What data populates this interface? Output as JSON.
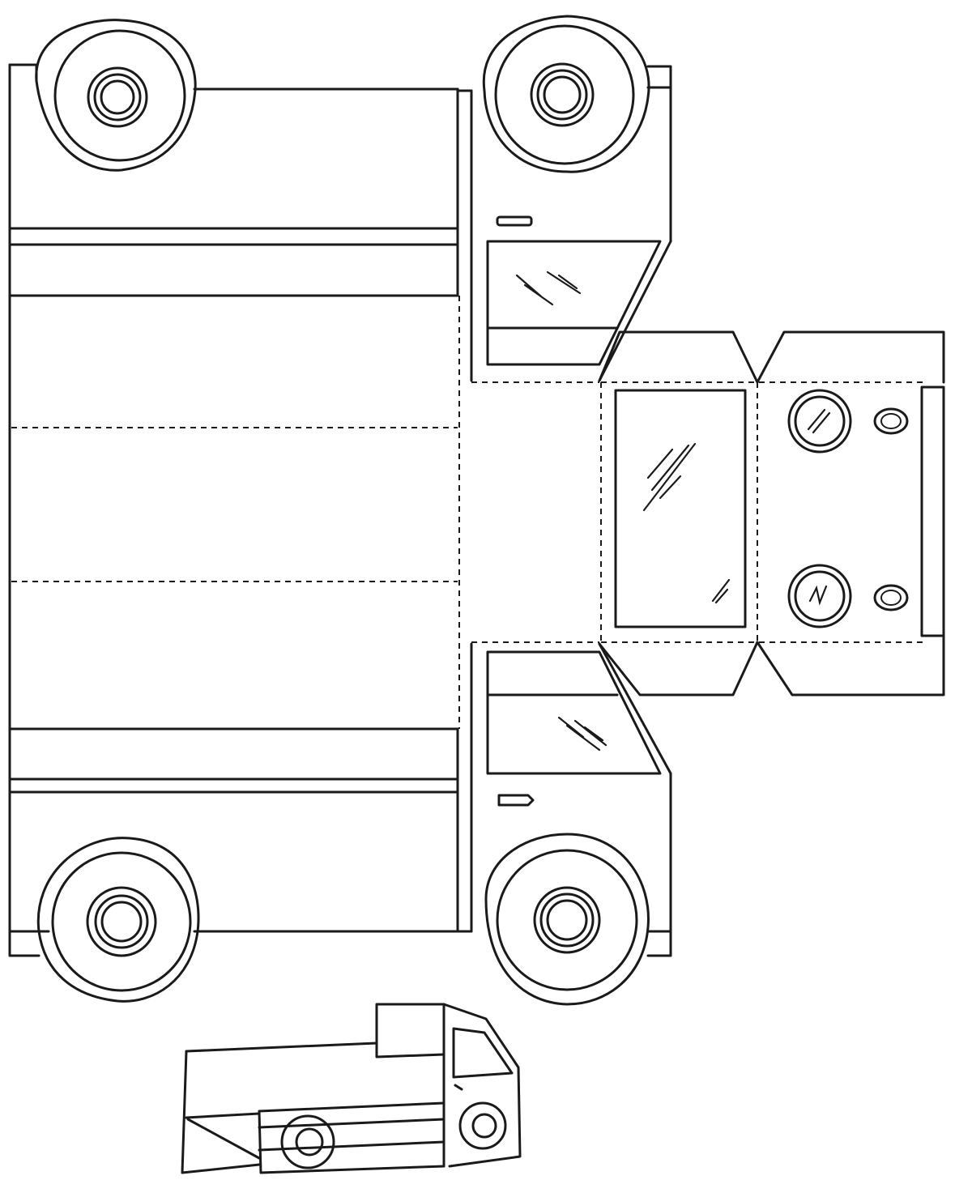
{
  "sheet": {
    "ink_color": "#1a1a1a",
    "paper_color": "#ffffff",
    "parts": {
      "wheels": 4,
      "side_windows": 2,
      "windshield": 1,
      "headlights": 2,
      "marker_lights": 2,
      "door_handles": 2
    },
    "folds": [
      "cargo-bed-fold-upper",
      "cargo-bed-fold-lower",
      "cab-roof-fold",
      "windshield-fold",
      "hood-fold"
    ]
  },
  "icons": {
    "wheel": "wheel-icon",
    "headlight": "headlight-icon",
    "marker": "marker-light-icon",
    "door_handle": "door-handle-icon"
  }
}
